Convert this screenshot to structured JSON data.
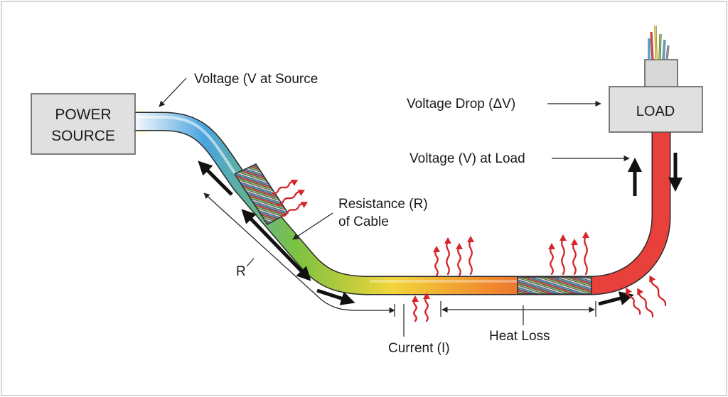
{
  "boxes": {
    "source_line1": "POWER",
    "source_line2": "SOURCE",
    "load": "LOAD"
  },
  "labels": {
    "voltage_source": "Voltage (V at Source",
    "voltage_drop": "Voltage Drop (ΔV)",
    "voltage_load": "Voltage (V) at Load",
    "resistance_line1": "Resistance (R)",
    "resistance_line2": "of Cable",
    "r": "R",
    "current": "Current (I)",
    "heat_loss": "Heat Loss"
  },
  "colors": {
    "cable_start": "#eef4fb",
    "cable_blue": "#4aa3df",
    "cable_green": "#7cc242",
    "cable_yellow": "#f2d53a",
    "cable_orange": "#f08a2c",
    "cable_red": "#e8403a",
    "heat_wave": "#d4272b",
    "box_fill": "#e0e0e0",
    "box_stroke": "#555555"
  },
  "icons": [
    "heat-wave-icon",
    "current-arrow-icon",
    "wire-strands-icon"
  ]
}
